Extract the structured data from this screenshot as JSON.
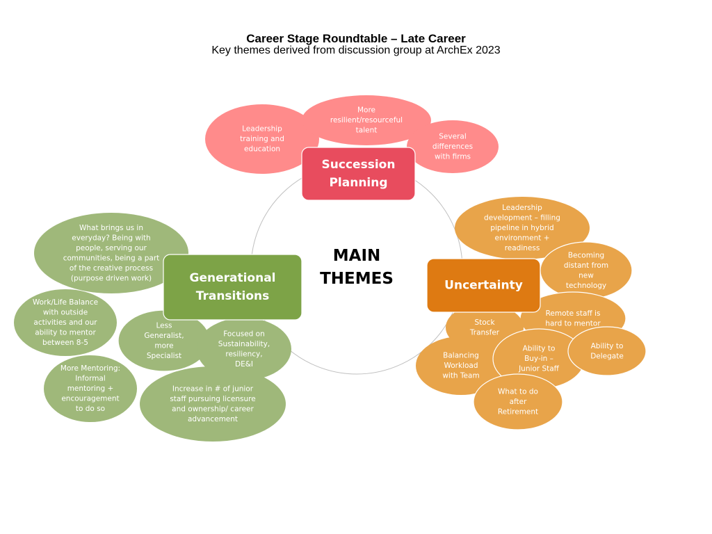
{
  "header": {
    "title": "Career Stage Roundtable  – Late Career",
    "subtitle": "Key themes derived from discussion group at ArchEx 2023"
  },
  "center": {
    "lines": [
      "MAIN",
      "THEMES"
    ]
  },
  "colors": {
    "succession_box": "#e84c5e",
    "succession_bubble": "#ff8b8b",
    "generational_box": "#7da347",
    "generational_bubble": "#9fb87a",
    "uncertainty_box": "#de7a12",
    "uncertainty_bubble": "#e8a44a",
    "circle_stroke": "#bfbfbf"
  },
  "themes": [
    {
      "id": "succession",
      "title_lines": [
        "Succession",
        "Planning"
      ],
      "bubbles": [
        {
          "lines": [
            "Leadership",
            "training and",
            "education"
          ]
        },
        {
          "lines": [
            "More",
            "resilient/resourceful",
            "talent"
          ]
        },
        {
          "lines": [
            "Several",
            "differences",
            "with firms"
          ]
        }
      ]
    },
    {
      "id": "generational",
      "title_lines": [
        "Generational",
        "Transitions"
      ],
      "bubbles": [
        {
          "lines": [
            "What brings us in",
            "everyday? Being with",
            "people, serving our",
            "communities, being a part",
            "of the creative process",
            "(purpose driven work)"
          ]
        },
        {
          "lines": [
            "Work/Life  Balance",
            "with outside",
            "activities and our",
            "ability to mentor",
            "between 8-5"
          ]
        },
        {
          "lines": [
            "Less",
            "Generalist,",
            "more",
            "Specialist"
          ]
        },
        {
          "lines": [
            "Focused  on",
            "Sustainability,",
            "resiliency,",
            "DE&I"
          ]
        },
        {
          "lines": [
            "More Mentoring:",
            "Informal",
            "mentoring +",
            "encouragement",
            "to do so"
          ]
        },
        {
          "lines": [
            "Increase in # of junior",
            "staff pursuing licensure",
            "and ownership/  career",
            "advancement"
          ]
        }
      ]
    },
    {
      "id": "uncertainty",
      "title_lines": [
        "Uncertainty"
      ],
      "bubbles": [
        {
          "lines": [
            "Leadership",
            "development  – filling",
            "pipeline  in hybrid",
            "environment  +",
            "readiness"
          ]
        },
        {
          "lines": [
            "Becoming",
            "distant from",
            "new",
            "technology"
          ]
        },
        {
          "lines": [
            "Remote staff is",
            "hard to mentor"
          ]
        },
        {
          "lines": [
            "Stock",
            "Transfer"
          ]
        },
        {
          "lines": [
            "Balancing",
            "Workload",
            "with Team"
          ]
        },
        {
          "lines": [
            "Ability to",
            "Buy-in –",
            "Junior  Staff"
          ]
        },
        {
          "lines": [
            "Ability to",
            "Delegate"
          ]
        },
        {
          "lines": [
            "What to do",
            "after",
            "Retirement"
          ]
        }
      ]
    }
  ]
}
